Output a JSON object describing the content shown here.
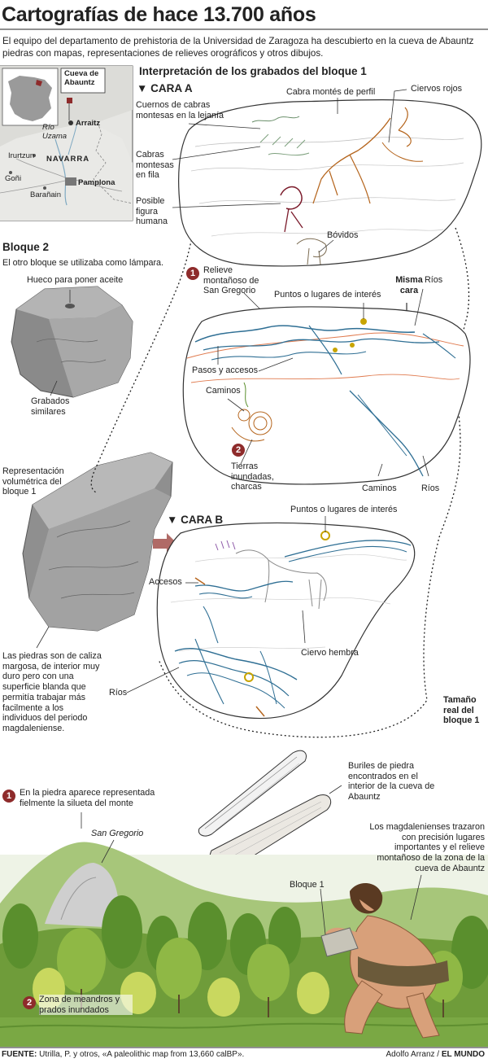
{
  "title": "Cartografías de hace 13.700 años",
  "intro": "El equipo del departamento de prehistoria de la Universidad de Zaragoza ha descubierto en la cueva de Abauntz piedras con mapas, representaciones de relieves orográficos y otros dibujos.",
  "map": {
    "cave_label": "Cueva de Abauntz",
    "places": {
      "arraitz": "Arraitz",
      "rio_uzama": "Río Uzama",
      "navarra": "NAVARRA",
      "irurtzun": "Irurtzun",
      "goni": "Goñi",
      "pamplona": "Pamplona",
      "baranain": "Barañain"
    }
  },
  "interpretation_title": "Interpretación de los grabados del bloque 1",
  "cara_a": {
    "title": "CARA A",
    "labels": {
      "cuernos": "Cuernos de cabras montesas en la lejanía",
      "cabras": "Cabras montesas en fila",
      "figura": "Posible figura humana",
      "cabra_perfil": "Cabra montés de perfil",
      "ciervos": "Ciervos rojos",
      "bovidos": "Bóvidos"
    },
    "labels2": {
      "relieve": "Relieve montañoso de San Gregorio",
      "puntos": "Puntos o lugares de interés",
      "misma_cara": "Misma cara",
      "rios": "Ríos",
      "pasos": "Pasos y accesos",
      "caminos": "Caminos",
      "tierras": "Tierras inundadas, charcas",
      "caminos2": "Caminos",
      "rios2": "Ríos"
    }
  },
  "bloque2": {
    "title": "Bloque 2",
    "desc": "El otro bloque se utilizaba como lámpara.",
    "hueco": "Hueco para poner aceite",
    "grabados": "Grabados similares"
  },
  "volumetric": "Representación volumétrica del bloque 1",
  "stones": "Las piedras son de caliza margosa, de interior muy duro pero con una superficie blanda que permitía trabajar más facilmente a los individuos del periodo magdaleniense.",
  "cara_b": {
    "title": "CARA B",
    "puntos": "Puntos o lugares de interés",
    "accesos": "Accesos",
    "ciervo": "Ciervo hembra",
    "rios": "Ríos"
  },
  "tamano": "Tamaño real del bloque 1",
  "buriles": "Buriles de piedra encontrados en el interior de la cueva de Abauntz",
  "monte": "En la piedra aparece representada fielmente la silueta del monte",
  "san_gregorio": "San Gregorio",
  "magdalenienses": "Los magdalenienses trazaron con precisión lugares importantes y el relieve montañoso de la zona de la cueva de Abauntz",
  "bloque1": "Bloque 1",
  "zona": "Zona de meandros y prados inundados",
  "badges": {
    "one": "1",
    "two": "2"
  },
  "footer": {
    "fuente_label": "FUENTE:",
    "fuente_text": "Utrilla, P. y otros, «A paleolithic map from 13,660 calBP».",
    "author": "Adolfo Arranz /",
    "paper": "EL MUNDO"
  },
  "colors": {
    "accent_red": "#8e2b2b",
    "river_blue": "#2f6f94",
    "deer_brown": "#b5651d",
    "engraving": "#7b1b2b",
    "forest": "#5a8f2d"
  }
}
